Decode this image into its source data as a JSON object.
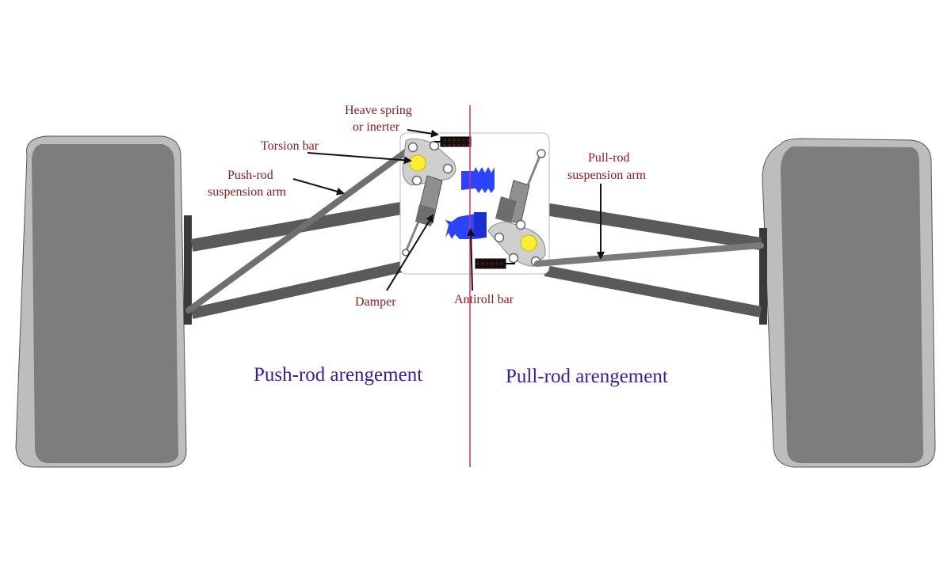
{
  "labels": {
    "heave_spring_line1": "Heave spring",
    "heave_spring_line2": "or inerter",
    "torsion_bar": "Torsion bar",
    "push_rod_line1": "Push-rod",
    "push_rod_line2": "suspension arm",
    "pull_rod_line1": "Pull-rod",
    "pull_rod_line2": "suspension arm",
    "damper": "Damper",
    "antiroll_bar": "Antiroll bar",
    "push_rod_arrangement": "Push-rod arengement",
    "pull_rod_arrangement": "Pull-rod arengement"
  },
  "colors": {
    "label_text": "#8b1a1a",
    "title_text": "#3d1aa6",
    "center_line": "#d6336c",
    "antiroll_bar": "#2b45ff",
    "torsion_bar": "#ffee33",
    "tyre": "#7d7d7d",
    "tyre_side": "#bdbdbd",
    "arm": "#6f6f6f"
  }
}
